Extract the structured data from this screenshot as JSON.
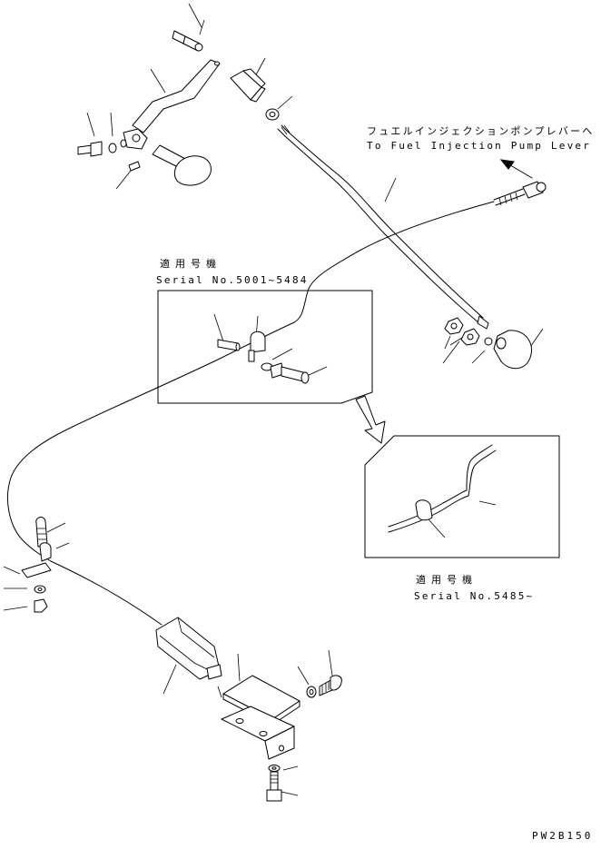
{
  "callouts": {
    "fuel_pump_lever_jp": "フュエルインジェクションポンプレバーへ",
    "fuel_pump_lever_en": "To Fuel Injection Pump Lever"
  },
  "inset_early": {
    "applicable_jp": "適用号機",
    "serial": "Serial No.5001~5484"
  },
  "inset_late": {
    "applicable_jp": "適用号機",
    "serial": "Serial No.5485~"
  },
  "drawing_code": "PW2B150"
}
